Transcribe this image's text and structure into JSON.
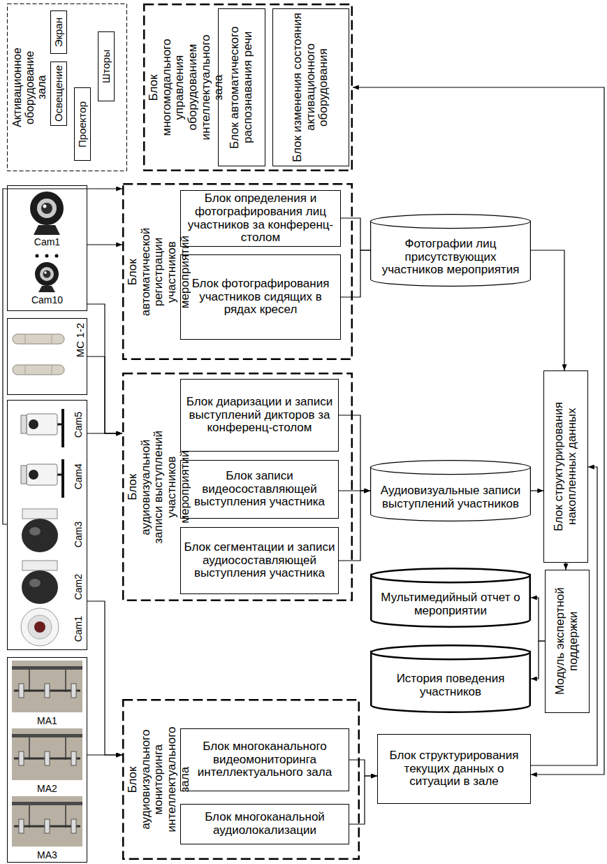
{
  "diagram": {
    "nodes": [
      {
        "text": [
          "Активационное оборудование зала"
        ]
      },
      {
        "text": [
          "Освещение"
        ],
        "in": 0
      },
      {
        "text": [
          "Экран"
        ],
        "in": 0
      },
      {
        "text": [
          "Проектор"
        ],
        "in": 0
      },
      {
        "text": [
          "Шторы"
        ],
        "in": 0
      },
      {
        "text": [
          "Блок многомодального управления оборудованием интеллектуального зала"
        ]
      },
      {
        "text": [
          "Блок автоматического распознавания речи"
        ],
        "in": 5
      },
      {
        "text": [
          "Блок изменения состояния активационного оборудования"
        ],
        "in": 5
      },
      {
        "text": [
          "Cam1",
          "Cam10"
        ]
      },
      {
        "text": [
          "MC 1-2"
        ]
      },
      {
        "text": [
          "Cam5",
          "Cam4",
          "Cam3",
          "Cam2",
          "Cam1"
        ]
      },
      {
        "text": [
          "MA1",
          "MA2",
          "MA3"
        ]
      },
      {
        "text": [
          "Блок автоматической регистрации участников мероприятий"
        ]
      },
      {
        "text": [
          "Блок определения и фотографирования лиц участников за конференц-столом"
        ],
        "in": 12
      },
      {
        "text": [
          "Блок фотографирования участников сидящих в рядах кресел"
        ],
        "in": 12
      },
      {
        "text": [
          "Фотографии лиц присутствующих участников мероприятия"
        ]
      },
      {
        "text": [
          "Блок аудиовизуальной записи выступлений участников мероприятий"
        ]
      },
      {
        "text": [
          "Блок диаризации и записи выступлений дикторов за конференц-столом"
        ],
        "in": 16
      },
      {
        "text": [
          "Блок записи видеосоставляющей выступления участника"
        ],
        "in": 16
      },
      {
        "text": [
          "Блок сегментации и записи аудиосоставляющей выступления участника"
        ],
        "in": 16
      },
      {
        "text": [
          "Аудиовизуальные записи выступлений участников"
        ]
      },
      {
        "text": [
          "Блок структурирования накопленных данных"
        ]
      },
      {
        "text": [
          "Модуль экспертной поддержки"
        ]
      },
      {
        "text": [
          "Мультимедийный отчет о мероприятии"
        ]
      },
      {
        "text": [
          "История поведения участников"
        ]
      },
      {
        "text": [
          "Блок аудиовизуального мониторинга интеллектуального зала"
        ]
      },
      {
        "text": [
          "Блок многоканального видеомониторинга интеллектуального зала"
        ],
        "in": 25
      },
      {
        "text": [
          "Блок многоканальной аудиолокализации"
        ],
        "in": 25
      },
      {
        "text": [
          "Блок структурирования текущих данных о ситуации в зале"
        ]
      }
    ],
    "edges": [
      {
        "from": 8,
        "to": 12,
        "arrow": "to"
      },
      {
        "from": 10,
        "to": 12,
        "arrow": "to"
      },
      {
        "from": 8,
        "to": 16,
        "arrow": "to"
      },
      {
        "from": 9,
        "to": 16,
        "arrow": "to"
      },
      {
        "from": 10,
        "to": 16,
        "arrow": "to"
      },
      {
        "from": 10,
        "to": 25,
        "arrow": "to"
      },
      {
        "from": 11,
        "to": 25,
        "arrow": "to"
      },
      {
        "from": 13,
        "to": 15,
        "arrow": "none"
      },
      {
        "from": 14,
        "to": 15,
        "arrow": "none"
      },
      {
        "from": 17,
        "to": 20,
        "arrow": "to"
      },
      {
        "from": 18,
        "to": 20,
        "arrow": "to"
      },
      {
        "from": 19,
        "to": 20,
        "arrow": "to"
      },
      {
        "from": 26,
        "to": 28,
        "arrow": "to"
      },
      {
        "from": 27,
        "to": 28,
        "arrow": "to"
      },
      {
        "from": 15,
        "to": 21,
        "arrow": "to"
      },
      {
        "from": 20,
        "to": 21,
        "arrow": "to"
      },
      {
        "from": 21,
        "to": 22,
        "arrow": "to"
      },
      {
        "from": 22,
        "to": 23,
        "arrow": "to"
      },
      {
        "from": 22,
        "to": 24,
        "arrow": "to"
      },
      {
        "from": 28,
        "to": 21,
        "arrow": "to"
      },
      {
        "from": 28,
        "to": 5,
        "arrow": "both"
      }
    ]
  }
}
